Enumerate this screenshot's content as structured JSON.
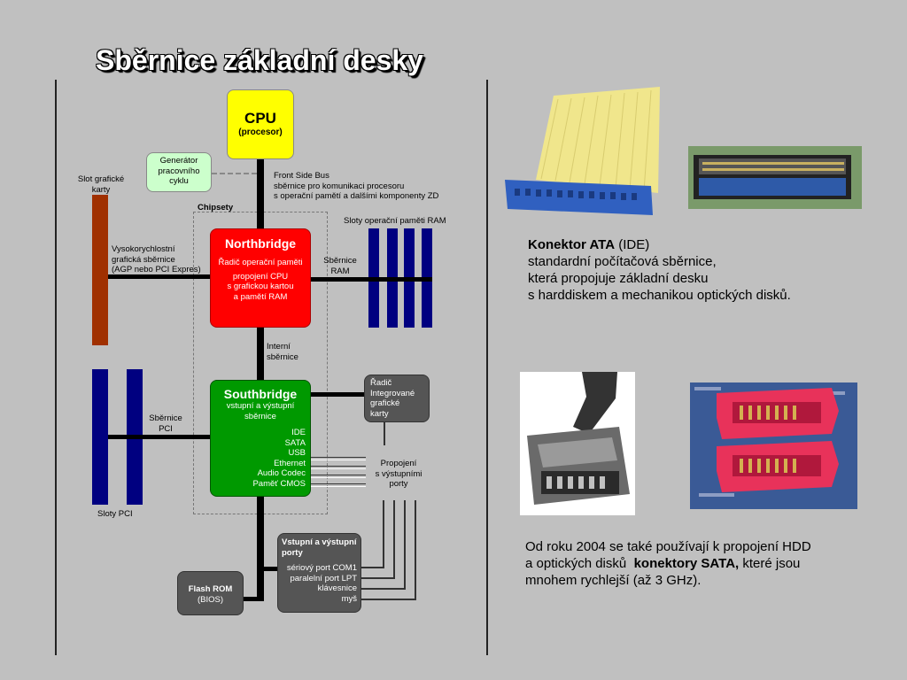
{
  "title": "Sběrnice základní desky",
  "diagram": {
    "cpu": {
      "title": "CPU",
      "sub": "(procesor)"
    },
    "generator": "Generátor pracovního cyklu",
    "slot_graphics": "Slot grafické karty",
    "fsb": {
      "l1": "Front Side Bus",
      "l2": "sběrnice pro komunikaci procesoru",
      "l3": "s operační pamětí a dalšími komponenty ZD"
    },
    "chipsets": "Chipsety",
    "ram_slots": "Sloty operační paměti RAM",
    "agp": {
      "l1": "Vysokorychlostní",
      "l2": "grafická sběrnice",
      "l3": "(AGP nebo PCI Expres)"
    },
    "northbridge": {
      "title": "Northbridge",
      "l1": "Řadič operační paměti",
      "l2": "propojení CPU",
      "l3": "s grafickou kartou",
      "l4": "a pamětí RAM"
    },
    "ram_bus": {
      "l1": "Sběrnice",
      "l2": "RAM"
    },
    "internal_bus": {
      "l1": "Interní",
      "l2": "sběrnice"
    },
    "vga": {
      "l1": "Řadič",
      "l2": "Integrované",
      "l3": "grafické",
      "l4": "karty"
    },
    "southbridge": {
      "title": "Southbridge",
      "l1": "vstupní a výstupní",
      "l2": "sběrnice",
      "items": [
        "IDE",
        "SATA",
        "USB",
        "Ethernet",
        "Audio Codec",
        "Paměť CMOS"
      ]
    },
    "pci_bus": {
      "l1": "Sběrnice",
      "l2": "PCI"
    },
    "io_connect": {
      "l1": "Propojení",
      "l2": "s výstupními",
      "l3": "porty"
    },
    "pci_slots": "Sloty PCI",
    "io_ports": {
      "title": "Vstupní a výstupní porty",
      "items": [
        "sériový port COM1",
        "paralelní port LPT",
        "klávesnice",
        "myš"
      ]
    },
    "flash": {
      "title": "Flash ROM",
      "sub": "(BIOS)"
    }
  },
  "ata": {
    "bold": "Konektor ATA",
    "paren": " (IDE)",
    "l2": "standardní počítačová sběrnice,",
    "l3": "která propojuje základní desku",
    "l4": "s harddiskem a mechanikou optických disků."
  },
  "sata": {
    "l1": "Od roku 2004 se také používají k propojení HDD",
    "l2a": "a optických disků  ",
    "l2b": "konektory SATA,",
    "l2c": " které jsou",
    "l3": "mnohem rychlejší (až 3 GHz)."
  },
  "colors": {
    "cpu": "#ffff00",
    "northbridge": "#ff0000",
    "southbridge": "#009900",
    "ram": "#000080",
    "agp": "#a03000"
  }
}
